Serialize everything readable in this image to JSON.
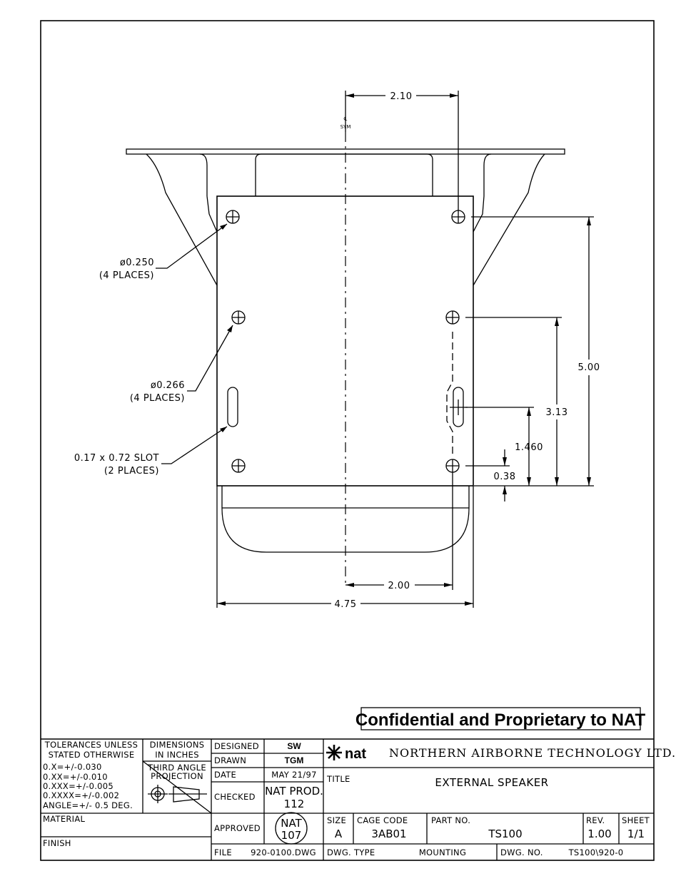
{
  "notice": "Confidential and Proprietary to NAT",
  "dimensions": {
    "top_width": "2.10",
    "centerline_mark": "℄",
    "centerline_label": "SYM",
    "overall_height": "5.00",
    "mid_height": "3.13",
    "slot_height": "1.460",
    "bottom_offset": "0.38",
    "bottom_width": "2.00",
    "overall_width": "4.75"
  },
  "callouts": {
    "hole1_size": "ø0.250",
    "hole1_qty": "(4 PLACES)",
    "hole2_size": "ø0.266",
    "hole2_qty": "(4 PLACES)",
    "slot_size": "0.17 x 0.72 SLOT",
    "slot_qty": "(2 PLACES)"
  },
  "title_block": {
    "tolerances_header_1": "TOLERANCES UNLESS",
    "tolerances_header_2": "STATED OTHERWISE",
    "tol_1": "0.X=+/-0.030",
    "tol_2": "0.XX=+/-0.010",
    "tol_3": "0.XXX=+/-0.005",
    "tol_4": "0.XXXX=+/-0.002",
    "tol_5": "ANGLE=+/- 0.5 DEG.",
    "dims_header_1": "DIMENSIONS",
    "dims_header_2": "IN INCHES",
    "projection_1": "THIRD ANGLE",
    "projection_2": "PROJECTION",
    "material_label": "MATERIAL",
    "finish_label": "FINISH",
    "designed_label": "DESIGNED",
    "designed_value": "SW",
    "drawn_label": "DRAWN",
    "drawn_value": "TGM",
    "date_label": "DATE",
    "date_value": "MAY 21/97",
    "checked_label": "CHECKED",
    "checked_value_1": "NAT PROD.",
    "checked_value_2": "112",
    "approved_label": "APPROVED",
    "approved_stamp_1": "NAT",
    "approved_stamp_2": "107",
    "file_label": "FILE",
    "file_value": "920-0100.DWG",
    "company_logo": "nat",
    "company_name": "NORTHERN AIRBORNE TECHNOLOGY LTD.",
    "title_label": "TITLE",
    "title_value": "EXTERNAL SPEAKER",
    "size_label": "SIZE",
    "size_value": "A",
    "cage_label": "CAGE CODE",
    "cage_value": "3AB01",
    "part_label": "PART NO.",
    "part_value": "TS100",
    "rev_label": "REV.",
    "rev_value": "1.00",
    "sheet_label": "SHEET",
    "sheet_value": "1/1",
    "dwg_type_label": "DWG. TYPE",
    "dwg_type_value": "MOUNTING",
    "dwg_no_label": "DWG. NO.",
    "dwg_no_value": "TS100\\920-0"
  }
}
